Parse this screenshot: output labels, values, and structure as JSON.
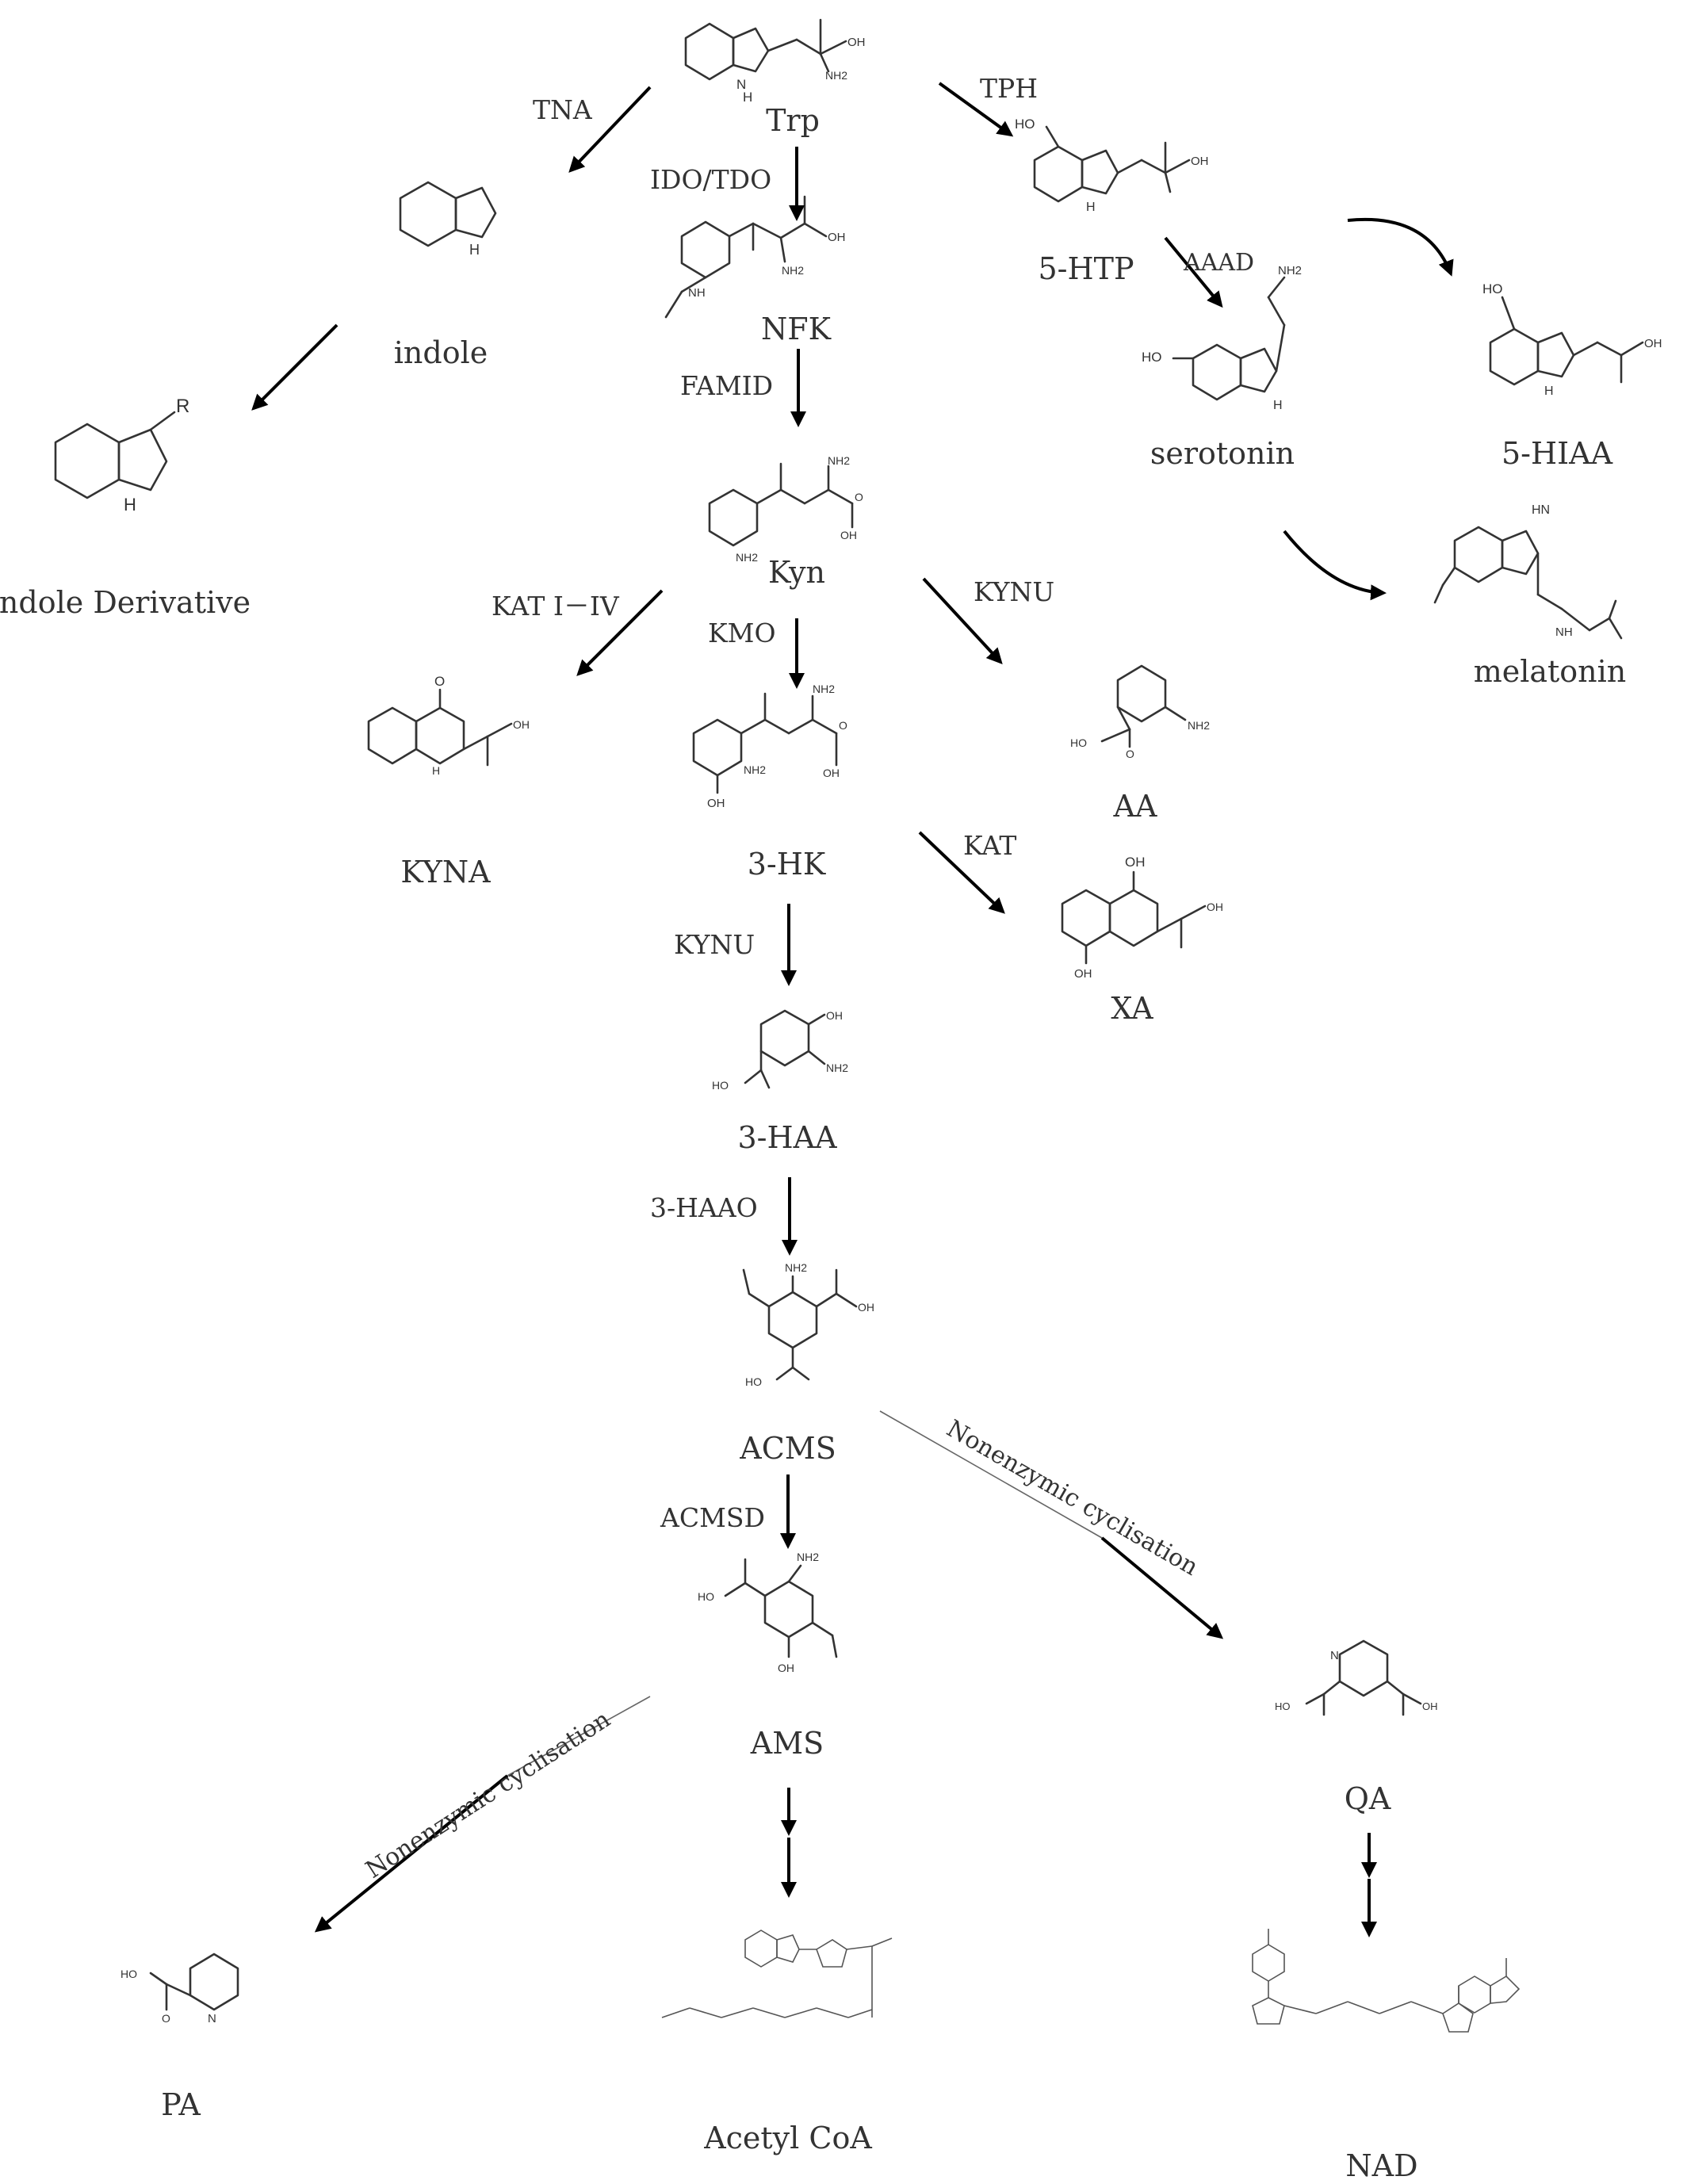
{
  "compounds": {
    "trp": "Trp",
    "indole": "indole",
    "indole_derivative": "Indole Derivative",
    "nfk": "NFK",
    "kyn": "Kyn",
    "htp": "5-HTP",
    "serotonin": "serotonin",
    "hiaa": "5-HIAA",
    "melatonin": "melatonin",
    "kyna": "KYNA",
    "hk": "3-HK",
    "aa": "AA",
    "xa": "XA",
    "haa": "3-HAA",
    "acms": "ACMS",
    "ams": "AMS",
    "qa": "QA",
    "pa": "PA",
    "acetyl_coa": "Acetyl CoA",
    "nad": "NAD"
  },
  "enzymes": {
    "tna": "TNA",
    "tph": "TPH",
    "ido_tdo": "IDO/TDO",
    "aaad": "AAAD",
    "famid": "FAMID",
    "kat_1_4": "KAT I－IV",
    "kynu_1": "KYNU",
    "kmo": "KMO",
    "kat": "KAT",
    "kynu_2": "KYNU",
    "haao": "3-HAAO",
    "acmsd": "ACMSD",
    "nonenzymic_1": "Nonenzymic cyclisation",
    "nonenzymic_2": "Nonenzymic cyclisation"
  },
  "atoms": {
    "oh": "OH",
    "ho": "HO",
    "nh2": "NH2",
    "nh": "NH",
    "hn": "HN",
    "h": "H",
    "n": "N",
    "o": "O",
    "r": "R"
  }
}
